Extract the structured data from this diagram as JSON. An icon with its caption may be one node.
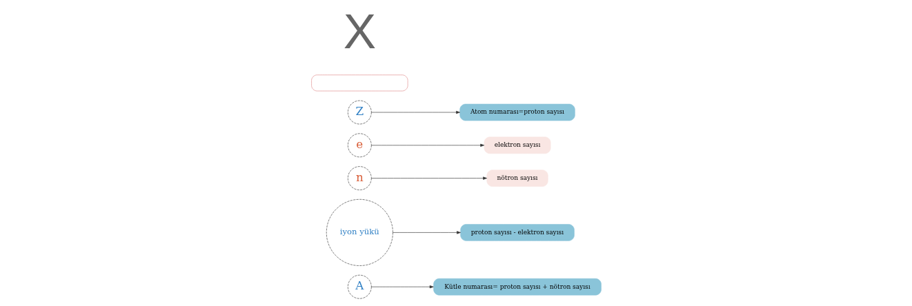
{
  "diagram": {
    "nodes": [
      {
        "text": [
          "Kütle numarası= proton sayısı + nötron sayısı"
        ]
      },
      {
        "text": [
          "A"
        ]
      },
      {
        "text": [
          "iyon yükü"
        ]
      },
      {
        "text": [
          "proton sayısı - elektron sayısı"
        ]
      },
      {
        "text": [
          "nötron sayısı"
        ]
      },
      {
        "text": [
          "n"
        ]
      },
      {
        "text": [
          "elektron sayısı"
        ]
      },
      {
        "text": [
          "Z"
        ]
      },
      {
        "text": [
          "e"
        ]
      },
      {
        "text": [
          "Atom numarası=proton sayısı"
        ]
      },
      {
        "text": [],
        "shape": "box"
      }
    ],
    "edges": [
      {
        "from": 1,
        "to": 0,
        "arrow": "to"
      },
      {
        "from": 2,
        "to": 3,
        "arrow": "to"
      },
      {
        "from": 5,
        "to": 4,
        "arrow": "to"
      },
      {
        "from": 8,
        "to": 6,
        "arrow": "to"
      },
      {
        "from": 7,
        "to": 9,
        "arrow": "to"
      }
    ],
    "labels": [
      "X"
    ]
  }
}
